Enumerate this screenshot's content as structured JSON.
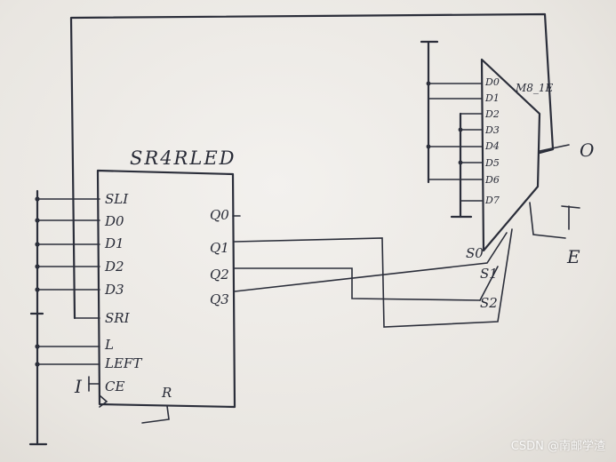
{
  "register": {
    "name": "SR4RLED",
    "inputs": [
      "SLI",
      "D0",
      "D1",
      "D2",
      "D3",
      "SRI",
      "L",
      "LEFT",
      "CE"
    ],
    "outputs": [
      "Q0",
      "Q1",
      "Q2",
      "Q3"
    ],
    "clock_label": "R"
  },
  "mux": {
    "name": "M8_1E",
    "data_inputs": [
      "D0",
      "D1",
      "D2",
      "D3",
      "D4",
      "D5",
      "D6",
      "D7"
    ],
    "selects": [
      "S0",
      "S1",
      "S2"
    ],
    "output": "O",
    "enable": "E"
  },
  "misc": {
    "ground_label": "I"
  },
  "watermark": "CSDN @南邮学渣"
}
